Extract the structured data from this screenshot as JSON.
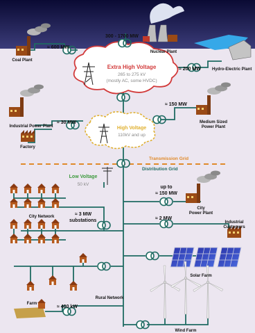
{
  "labels": {
    "coal_plant": "Coal Plant",
    "nuclear_plant": "Nuclear Plant",
    "hydro_plant": "Hydro-Electric Plant",
    "industrial_power_plant": "Industrial Power Plant",
    "factory": "Factory",
    "medium_power_plant_line1": "Medium Sized",
    "medium_power_plant_line2": "Power Plant",
    "city_network": "City Network",
    "substations_line1": "≈ 3  MW",
    "substations_line2": "substations",
    "rural_network": "Rural Network",
    "farm": "Farm",
    "city_power_plant_line1": "City",
    "city_power_plant_line2": "Power Plant",
    "industrial_customers_line1": "Industrial",
    "industrial_customers_line2": "Customers",
    "solar_farm": "Solar Farm",
    "wind_farm": "Wind Farm"
  },
  "power": {
    "coal": "≈ 600  MW",
    "nuclear": "300 - 1700  MW",
    "hydro": "≈ 200  MW",
    "industrial": "≈ 30 MW",
    "medium": "≈ 150  MW",
    "city_plant_line1": "up to",
    "city_plant_line2": "≈ 150  MW",
    "industrial_customers": "≈ 2  MW",
    "farm": "≈ 400 kW"
  },
  "voltage": {
    "extra_high_title": "Extra High Voltage",
    "extra_high_range": "265 to 275 kV",
    "extra_high_note": "(mostly AC, some HVDC)",
    "high_title": "High Voltage",
    "high_range": "110kV and up",
    "low_title": "Low Voltage",
    "low_range": "50 kV"
  },
  "grid": {
    "transmission": "Transmission Grid",
    "distribution": "Distribution Grid"
  },
  "colors": {
    "background_top": "#0b0b38",
    "background_main": "#ece6f0",
    "power_line": "#1f6b62",
    "extra_high_text": "#d23a3a",
    "high_text": "#e0b030",
    "low_text": "#3e9a3e",
    "grid_divider": "#e08a2a",
    "factory_brick": "#9a4a16"
  },
  "icons": {
    "transformer": "transformer-icon",
    "pylon": "pylon-icon",
    "utility_pole": "utility-pole-icon",
    "house": "house-icon",
    "smokestack": "smokestack-icon",
    "cooling_tower": "cooling-tower-icon",
    "solar_panel": "solar-panel-icon",
    "wind_turbine": "wind-turbine-icon"
  }
}
